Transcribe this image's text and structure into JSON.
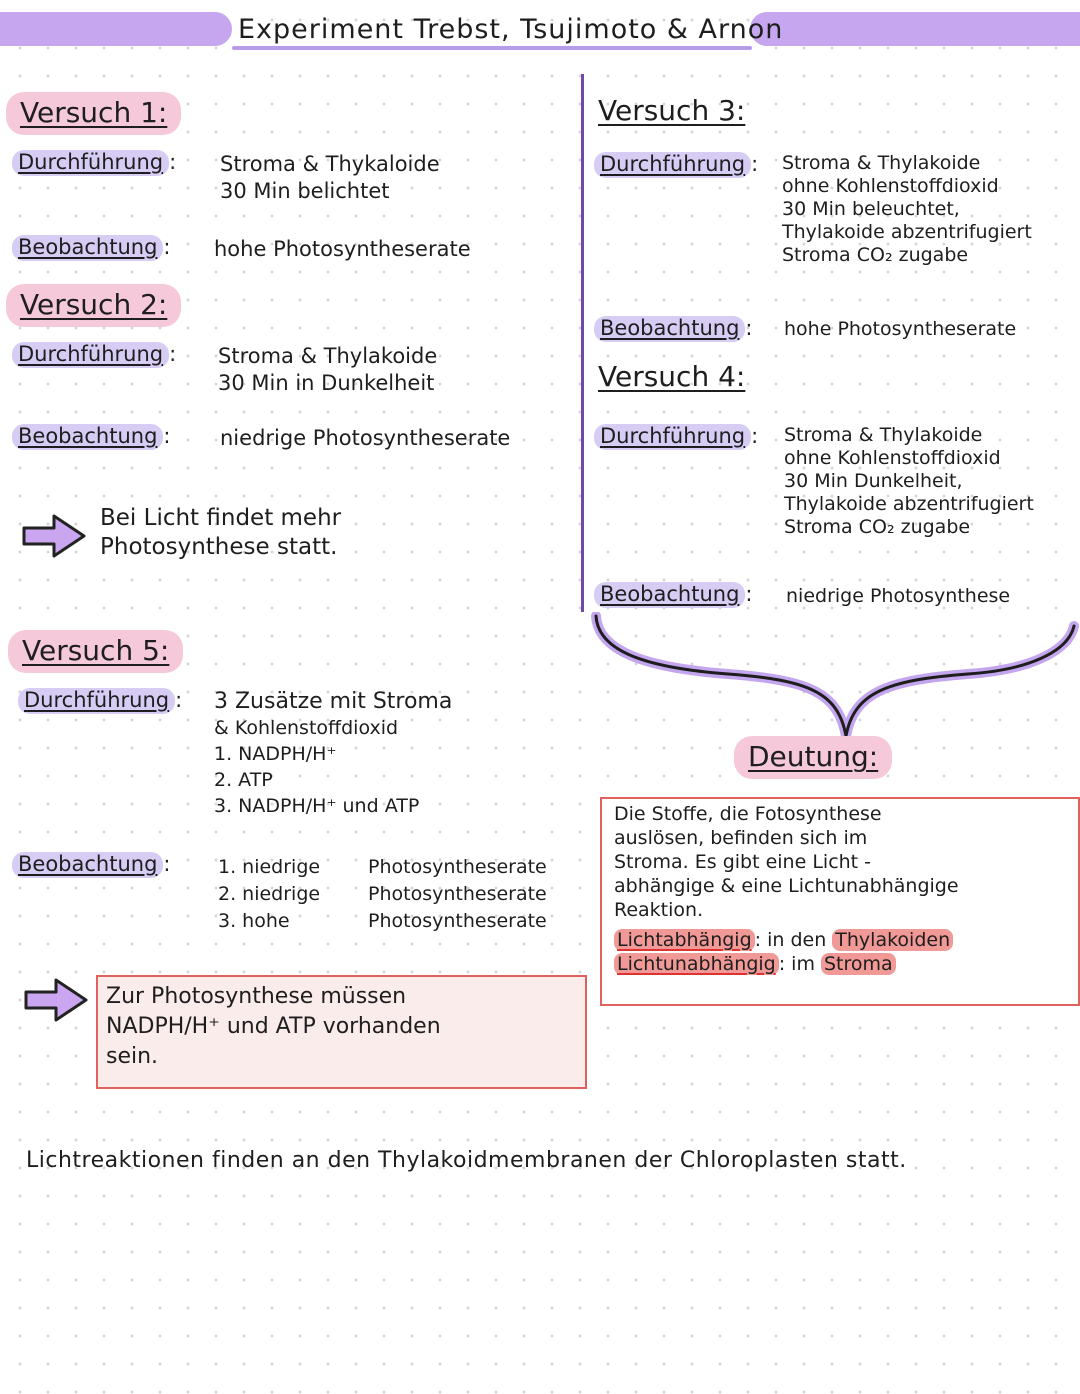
{
  "title": "Experiment Trebst, Tsujimoto & Arnon",
  "colors": {
    "purple_accent": "#c6a7ef",
    "pink_highlight": "#f6c9da",
    "red_box": "#e0625f",
    "red_highlight": "#f09996",
    "divider": "#6f4aa8"
  },
  "labels": {
    "durchfuehrung": "Durchführung",
    "beobachtung": "Beobachtung",
    "colon": ":"
  },
  "versuch1": {
    "heading": "Versuch 1:",
    "durchfuehrung": [
      "Stroma & Thykaloide",
      "30 Min belichtet"
    ],
    "beobachtung": "hohe Photosyntheserate"
  },
  "versuch2": {
    "heading": "Versuch 2:",
    "durchfuehrung": [
      "Stroma & Thylakoide",
      "30 Min in Dunkelheit"
    ],
    "beobachtung": "niedrige Photosyntheserate"
  },
  "conclusion12": {
    "icon": "arrow-right-icon",
    "lines": [
      "Bei Licht findet mehr",
      "Photosynthese statt."
    ]
  },
  "versuch3": {
    "heading": "Versuch 3:",
    "durchfuehrung": [
      "Stroma & Thylakoide",
      "ohne Kohlenstoffdioxid",
      "30 Min beleuchtet,",
      "Thylakoide abzentrifugiert",
      "Stroma CO₂ zugabe"
    ],
    "beobachtung": "hohe Photosyntheserate"
  },
  "versuch4": {
    "heading": "Versuch 4:",
    "durchfuehrung": [
      "Stroma & Thylakoide",
      "ohne Kohlenstoffdioxid",
      "30 Min Dunkelheit,",
      "Thylakoide abzentrifugiert",
      "Stroma CO₂ zugabe"
    ],
    "beobachtung": "niedrige Photosynthese"
  },
  "deutung": {
    "heading": "Deutung:",
    "lines": [
      "Die Stoffe, die Fotosynthese",
      "auslösen, befinden sich im",
      "Stroma. Es gibt eine Licht -",
      "abhängige & eine Lichtunabhängige",
      "Reaktion."
    ],
    "lichtabhaengig_label": "Lichtabhängig",
    "lichtabhaengig_text": ": in den",
    "lichtabhaengig_place": "Thylakoiden",
    "lichtunabhaengig_label": "Lichtunabhängig",
    "lichtunabhaengig_text": ": im",
    "lichtunabhaengig_place": "Stroma"
  },
  "versuch5": {
    "heading": "Versuch 5:",
    "durchfuehrung": [
      "3 Zusätze mit Stroma",
      "& Kohlenstoffdioxid",
      "1. NADPH/H⁺",
      "2. ATP",
      "3. NADPH/H⁺ und ATP"
    ],
    "beobachtung": [
      {
        "num": "1. niedrige",
        "val": "Photosyntheserate"
      },
      {
        "num": "2. niedrige",
        "val": "Photosyntheserate"
      },
      {
        "num": "3. hohe",
        "val": "Photosyntheserate"
      }
    ]
  },
  "conclusion5": {
    "icon": "arrow-right-icon",
    "lines": [
      "Zur Photosynthese müssen",
      "NADPH/H⁺ und ATP vorhanden",
      "sein."
    ]
  },
  "footer": "Lichtreaktionen finden an den Thylakoidmembranen der Chloroplasten statt."
}
